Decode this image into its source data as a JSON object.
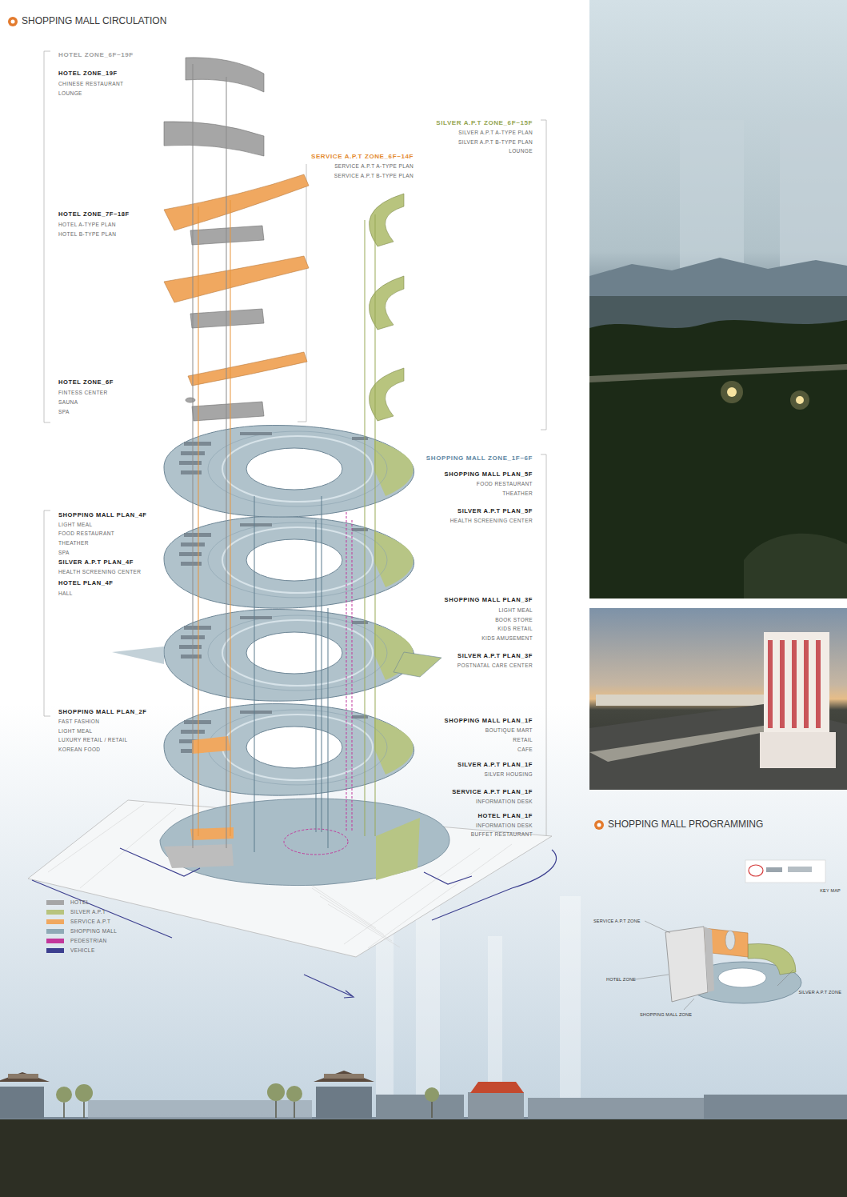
{
  "diagram": {
    "title": "SHOPPING MALL CIRCULATION",
    "labels": [
      "HOTEL ZONE_6F~19F",
      "HOTEL ZONE_19F",
      "CHINESE RESTAURANT",
      "LOUNGE",
      "HOTEL ZONE_7F~18F",
      "HOTEL A-TYPE PLAN",
      "HOTEL B-TYPE PLAN",
      "HOTEL ZONE_6F",
      "FINTESS CENTER",
      "SAUNA",
      "SPA",
      "SILVER A.P.T ZONE_6F~15F",
      "SILVER A.P.T  A-TYPE PLAN",
      "SILVER A.P.T  B-TYPE PLAN",
      "LOUNGE",
      "SERVICE A.P.T ZONE_6F~14F",
      "SERVICE A.P.T  A-TYPE PLAN",
      "SERVICE A.P.T  B-TYPE PLAN",
      "SHOPPING MALL ZONE_1F~6F",
      "SHOPPING MALL PLAN_5F",
      "FOOD RESTAURANT",
      "THEATHER",
      "SILVER A.P.T PLAN_5F",
      "HEALTH SCREENING CENTER",
      "SHOPPING MALL PLAN_4F",
      "LIGHT MEAL",
      "FOOD RESTAURANT",
      "THEATHER",
      "SPA",
      "SILVER A.P.T PLAN_4F",
      "HEALTH SCREENING CENTER",
      "HOTEL PLAN_4F",
      "HALL",
      "SHOPPING MALL PLAN_3F",
      "LIGHT MEAL",
      "BOOK STORE",
      "KIDS RETAIL",
      "KIDS AMUSEMENT",
      "SILVER A.P.T PLAN_3F",
      "POSTNATAL CARE CENTER",
      "SHOPPING MALL PLAN_2F",
      "FAST FASHION",
      "LIGHT MEAL",
      "LUXURY RETAIL / RETAIL",
      "KOREAN FOOD",
      "SHOPPING MALL PLAN_1F",
      "BOUTIQUE MART",
      "RETAIL",
      "CAFE",
      "SILVER A.P.T PLAN_1F",
      "SILVER HOUSING",
      "SERVICE A.P.T PLAN_1F",
      "INFORMATION DESK",
      "HOTEL PLAN_1F",
      "INFORMATION DESK",
      "BUFFET RESTAURANT",
      "SHOPPING MALL PROGRAMMING",
      "KEY MAP",
      "SERVICE A.P.T ZONE",
      "HOTEL ZONE",
      "SILVER A.P.T ZONE",
      "SHOPPING MALL ZONE"
    ],
    "legend": [
      {
        "text": "HOTEL",
        "color": "#a6a6a6"
      },
      {
        "text": "SILVER A.P.T",
        "color": "#b8c47e"
      },
      {
        "text": "SERVICE A.P.T",
        "color": "#f0a860"
      },
      {
        "text": "SHOPPING MALL",
        "color": "#8fa9b6"
      },
      {
        "text": "PEDESTRIAN",
        "color": "#c2379b"
      },
      {
        "text": "VEHICLE",
        "color": "#3c3f8f"
      }
    ]
  }
}
